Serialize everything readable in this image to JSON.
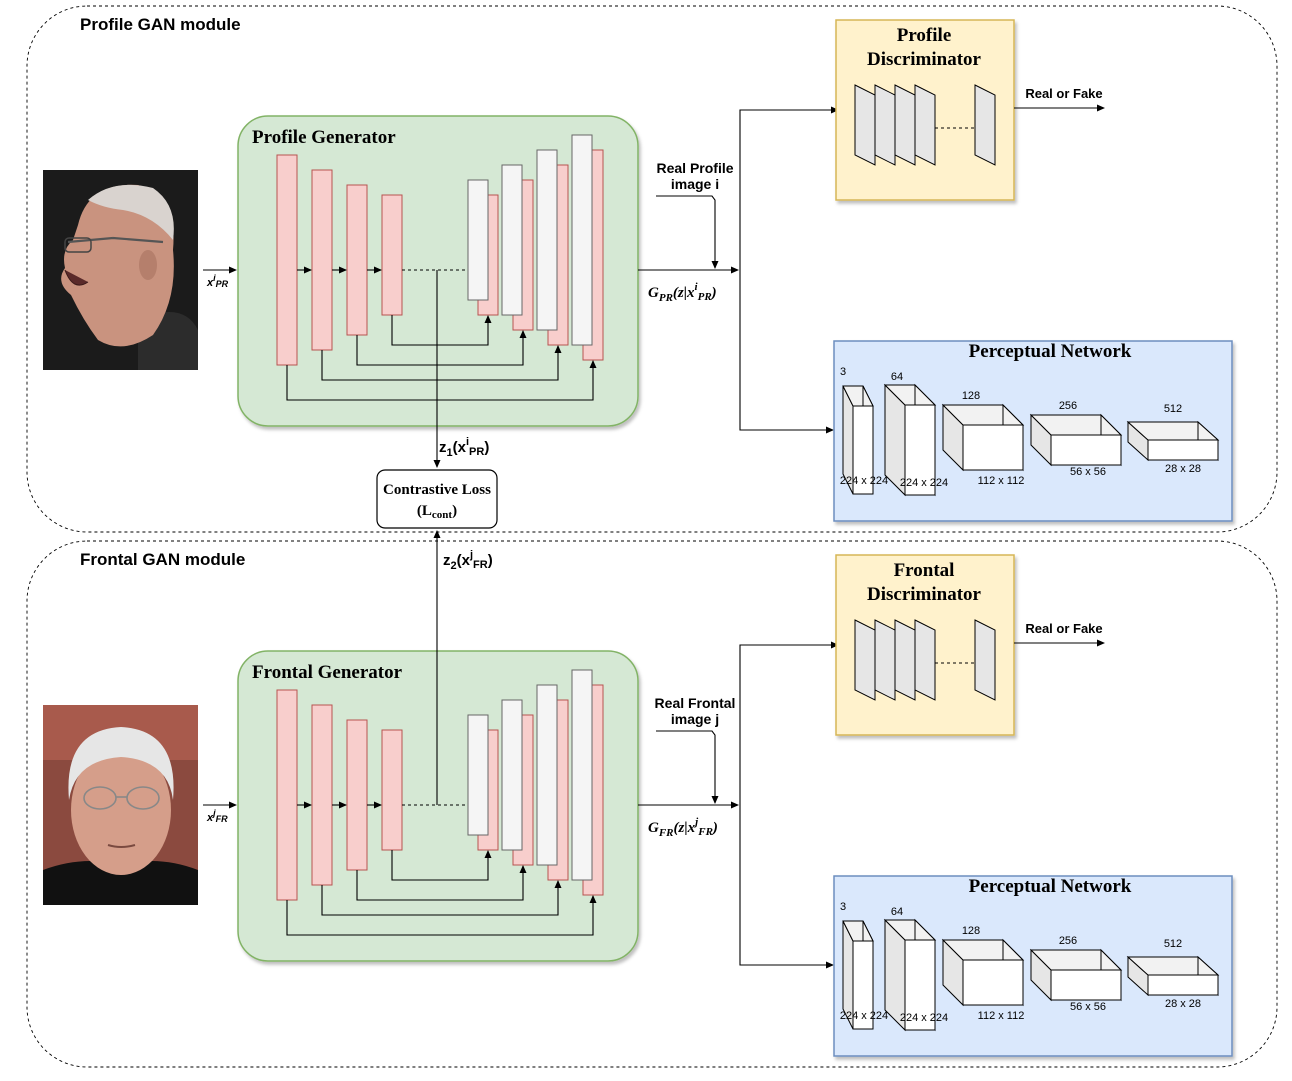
{
  "profile_module": {
    "title": "Profile GAN module",
    "generator_title": "Profile Generator",
    "input_label": {
      "base": "x",
      "sup": "i",
      "sub": "PR"
    },
    "output_label": {
      "pre": "G",
      "pre_sub": "PR",
      "mid": "(z|x",
      "sup": "i",
      "sub": "PR",
      "post": ")"
    },
    "real_image_label": [
      "Real Profile",
      "image i"
    ],
    "discriminator_title": [
      "Profile",
      "Discriminator"
    ],
    "disc_output": "Real or Fake",
    "latent_label": {
      "pre": "z",
      "pre_sub": "1",
      "mid": "(x",
      "sup": "i",
      "sub": "PR",
      "post": ")"
    },
    "perceptual": {
      "title": "Perceptual Network",
      "channels": [
        "3",
        "64",
        "128",
        "256",
        "512"
      ],
      "sizes": [
        "224 x 224",
        "224 x 224",
        "112 x 112",
        "56 x 56",
        "28 x 28"
      ]
    }
  },
  "frontal_module": {
    "title": "Frontal GAN module",
    "generator_title": "Frontal Generator",
    "input_label": {
      "base": "x",
      "sup": "j",
      "sub": "FR"
    },
    "output_label": {
      "pre": "G",
      "pre_sub": "FR",
      "mid": "(z|x",
      "sup": "j",
      "sub": "FR",
      "post": ")"
    },
    "real_image_label": [
      "Real Frontal",
      "image j"
    ],
    "discriminator_title": [
      "Frontal",
      "Discriminator"
    ],
    "disc_output": "Real or Fake",
    "latent_label": {
      "pre": "z",
      "pre_sub": "2",
      "mid": "(x",
      "sup": "j",
      "sub": "FR",
      "post": ")"
    },
    "perceptual": {
      "title": "Perceptual Network",
      "channels": [
        "3",
        "64",
        "128",
        "256",
        "512"
      ],
      "sizes": [
        "224 x 224",
        "224 x 224",
        "112 x 112",
        "56 x 56",
        "28 x 28"
      ]
    }
  },
  "contrastive_loss": {
    "title": "Contrastive Loss",
    "symbol": {
      "base": "(L",
      "sub": "cont",
      "post": ")"
    }
  },
  "colors": {
    "generator_fill": "#d5e8d4",
    "generator_stroke": "#82b366",
    "encoder_fill": "#f8cecc",
    "encoder_stroke": "#b85450",
    "decoder_fill": "#f5f5f5",
    "discriminator_fill": "#fff2cc",
    "discriminator_stroke": "#d6b656",
    "perceptual_fill": "#dae8fc",
    "perceptual_stroke": "#6c8ebf",
    "layer_fill": "#e6e6e6"
  }
}
